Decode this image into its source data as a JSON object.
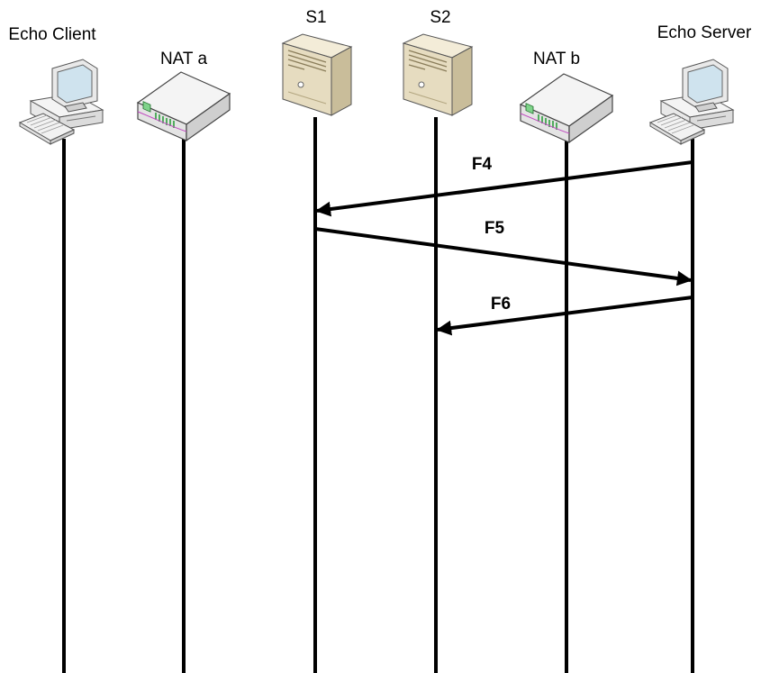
{
  "nodes": [
    {
      "id": "client",
      "label": "Echo Client",
      "icon": "desktop-computer-icon"
    },
    {
      "id": "nata",
      "label": "NAT a",
      "icon": "nat-router-icon"
    },
    {
      "id": "s1",
      "label": "S1",
      "icon": "tower-server-icon"
    },
    {
      "id": "s2",
      "label": "S2",
      "icon": "tower-server-icon"
    },
    {
      "id": "natb",
      "label": "NAT b",
      "icon": "nat-router-icon"
    },
    {
      "id": "server",
      "label": "Echo Server",
      "icon": "desktop-computer-icon"
    }
  ],
  "messages": [
    {
      "label": "F4",
      "from": "server",
      "to": "s1"
    },
    {
      "label": "F5",
      "from": "s1",
      "to": "server"
    },
    {
      "label": "F6",
      "from": "server",
      "to": "s2"
    }
  ],
  "colors": {
    "line": "#000000",
    "server_body": "#e6dcc0",
    "router_body": "#f2f2f2",
    "router_accent": "#2e9e3e",
    "monitor_screen": "#cfe3ee"
  }
}
